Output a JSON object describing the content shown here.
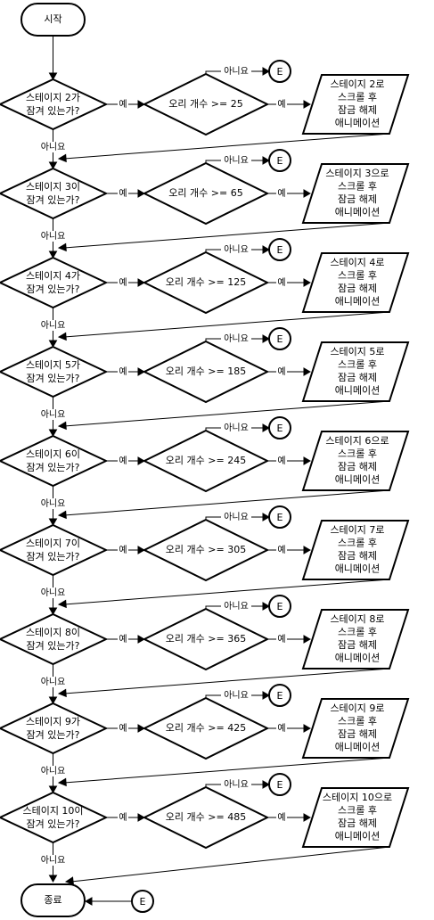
{
  "start_label": "시작",
  "end_label": "종료",
  "exit_connector": "E",
  "yes_label": "예",
  "no_label": "아니요",
  "steps": [
    {
      "check": [
        "스테이지 2가",
        "잠겨 있는가?"
      ],
      "condition": "오리 개수 >= 25",
      "action": [
        "스테이지 2로",
        "스크롤 후",
        "잠금 해제",
        "애니메이션"
      ]
    },
    {
      "check": [
        "스테이지 3이",
        "잠겨 있는가?"
      ],
      "condition": "오리 개수 >= 65",
      "action": [
        "스테이지 3으로",
        "스크롤 후",
        "잠금 해제",
        "애니메이션"
      ]
    },
    {
      "check": [
        "스테이지 4가",
        "잠겨 있는가?"
      ],
      "condition": "오리 개수 >= 125",
      "action": [
        "스테이지 4로",
        "스크롤 후",
        "잠금 해제",
        "애니메이션"
      ]
    },
    {
      "check": [
        "스테이지 5가",
        "잠겨 있는가?"
      ],
      "condition": "오리 개수 >= 185",
      "action": [
        "스테이지 5로",
        "스크롤 후",
        "잠금 해제",
        "애니메이션"
      ]
    },
    {
      "check": [
        "스테이지 6이",
        "잠겨 있는가?"
      ],
      "condition": "오리 개수 >= 245",
      "action": [
        "스테이지 6으로",
        "스크롤 후",
        "잠금 해제",
        "애니메이션"
      ]
    },
    {
      "check": [
        "스테이지 7이",
        "잠겨 있는가?"
      ],
      "condition": "오리 개수 >= 305",
      "action": [
        "스테이지 7로",
        "스크롤 후",
        "잠금 해제",
        "애니메이션"
      ]
    },
    {
      "check": [
        "스테이지 8이",
        "잠겨 있는가?"
      ],
      "condition": "오리 개수 >= 365",
      "action": [
        "스테이지 8로",
        "스크롤 후",
        "잠금 해제",
        "애니메이션"
      ]
    },
    {
      "check": [
        "스테이지 9가",
        "잠겨 있는가?"
      ],
      "condition": "오리 개수 >= 425",
      "action": [
        "스테이지 9로",
        "스크롤 후",
        "잠금 해제",
        "애니메이션"
      ]
    },
    {
      "check": [
        "스테이지 10이",
        "잠겨 있는가?"
      ],
      "condition": "오리 개수 >= 485",
      "action": [
        "스테이지 10으로",
        "스크롤 후",
        "잠금 해제",
        "애니메이션"
      ]
    }
  ]
}
